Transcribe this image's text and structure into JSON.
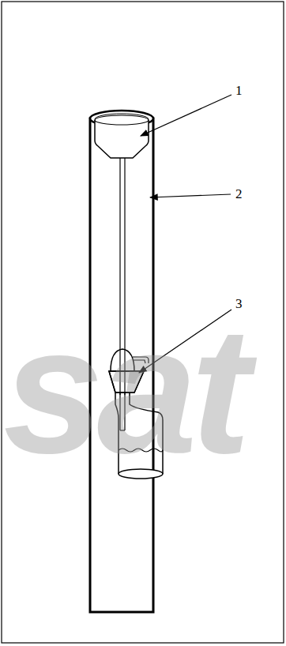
{
  "diagram": {
    "labels": [
      "1",
      "2",
      "3",
      "sat"
    ]
  }
}
